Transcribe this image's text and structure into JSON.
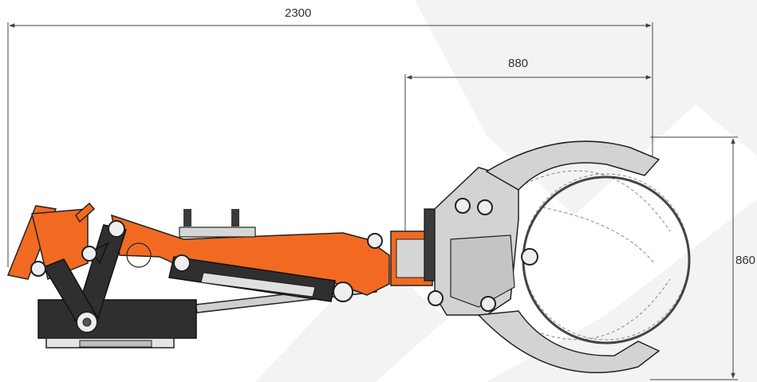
{
  "dimensions": {
    "overall_length": "2300",
    "gripper_length": "880",
    "gripper_height": "860"
  },
  "colors": {
    "arm_orange": "#f26a21",
    "dark_grey": "#2f2f2f",
    "light_grey": "#d3d3d3",
    "outline": "#222222",
    "watermark": "#f1f1f1"
  }
}
